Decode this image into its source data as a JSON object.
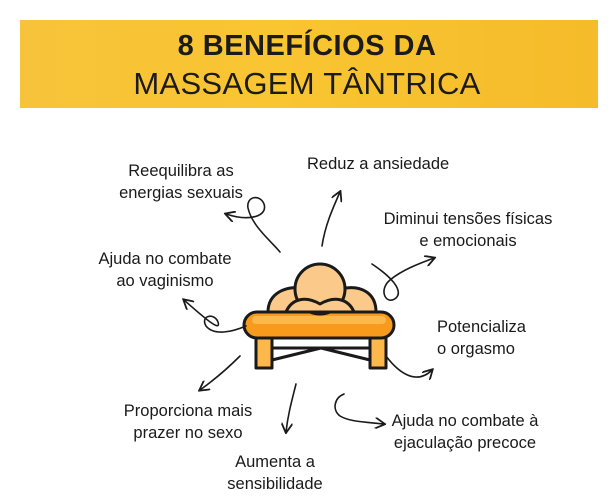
{
  "header": {
    "title_line1": "8 BENEFÍCIOS DA",
    "title_line2": "MASSAGEM TÂNTRICA"
  },
  "benefits": [
    {
      "line1": "Reequilibra as",
      "line2": "energias sexuais"
    },
    {
      "line1": "Reduz a ansiedade",
      "line2": ""
    },
    {
      "line1": "Diminui tensões físicas",
      "line2": "e emocionais"
    },
    {
      "line1": "Ajuda no combate",
      "line2": "ao vaginismo"
    },
    {
      "line1": "Potencializa",
      "line2": "o orgasmo"
    },
    {
      "line1": "Proporciona mais",
      "line2": "prazer no sexo"
    },
    {
      "line1": "Ajuda no combate à",
      "line2": "ejaculação precoce"
    },
    {
      "line1": "Aumenta a",
      "line2": "sensibilidade"
    }
  ],
  "icon": "massage-table-person-icon",
  "colors": {
    "banner": "#f7c33a",
    "orange": "#f89b1c",
    "orange_light": "#fcb84a",
    "skin": "#fbc98a",
    "outline": "#1a1a1a"
  }
}
